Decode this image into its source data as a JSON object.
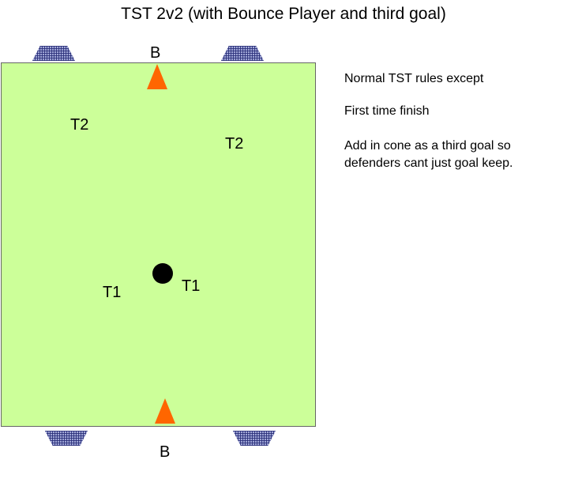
{
  "title": "TST 2v2 (with Bounce Player and third goal)",
  "labels": {
    "bounce_top": "B",
    "bounce_bottom": "B",
    "t2_left": "T2",
    "t2_right": "T2",
    "t1_left": "T1",
    "t1_right": "T1"
  },
  "notes": {
    "line1": "Normal TST rules except",
    "line2": "First time finish",
    "line3a": "Add in cone as a third goal so",
    "line3b": "defenders cant just goal keep."
  },
  "colors": {
    "pitch": "#ccff99",
    "cone": "#ff6600",
    "goal": "#9fa6d6",
    "ball": "#000000"
  }
}
